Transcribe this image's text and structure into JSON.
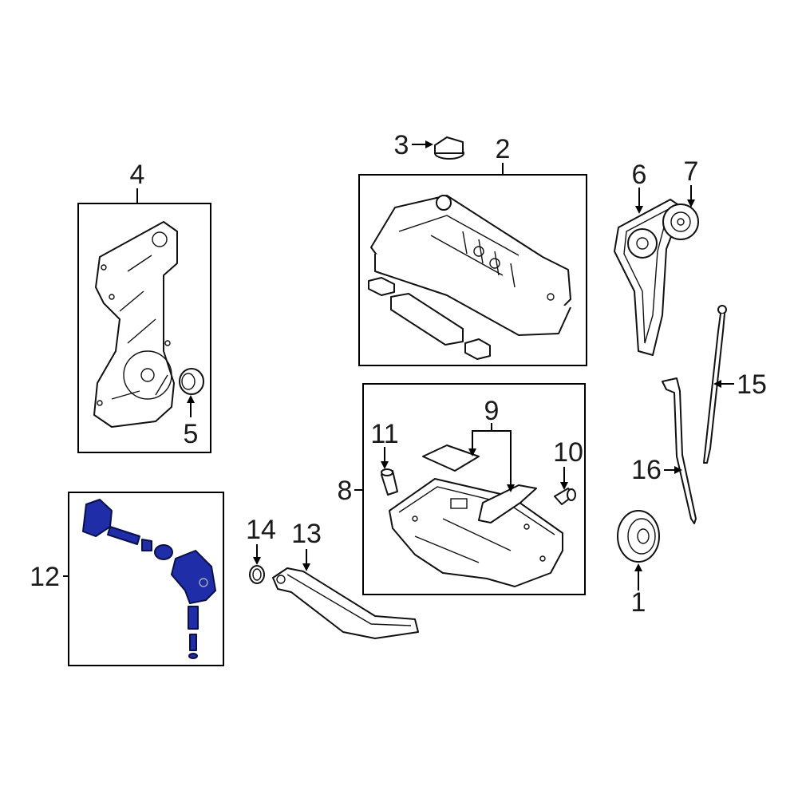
{
  "callouts": {
    "c1": "1",
    "c2": "2",
    "c3": "3",
    "c4": "4",
    "c5": "5",
    "c6": "6",
    "c7": "7",
    "c8": "8",
    "c9": "9",
    "c10": "10",
    "c11": "11",
    "c12": "12",
    "c13": "13",
    "c14": "14",
    "c15": "15",
    "c16": "16"
  },
  "colors": {
    "highlight": "#1f2ea8",
    "line": "#111111",
    "background": "#ffffff"
  }
}
